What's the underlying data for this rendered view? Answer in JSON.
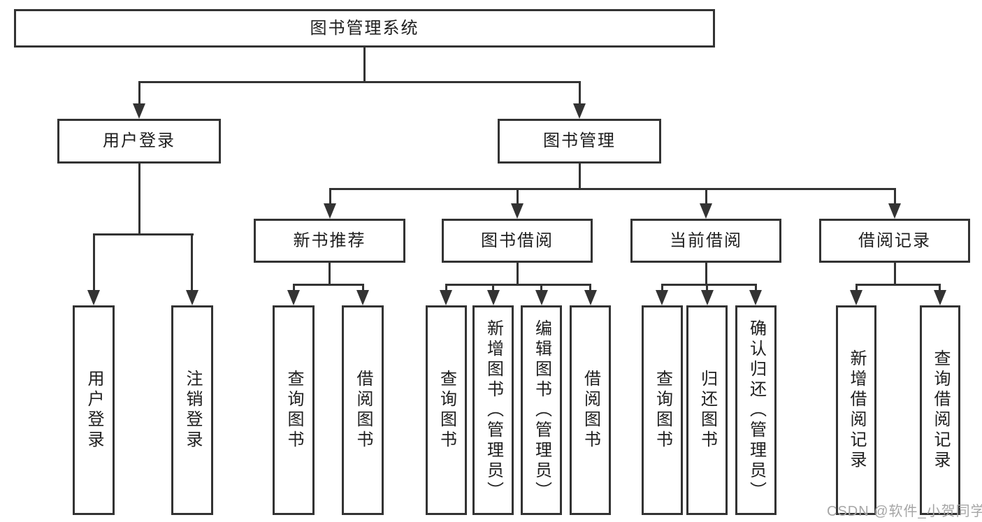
{
  "colors": {
    "line": "#333333",
    "box_background": "#ffffff",
    "text": "#1e1e1e",
    "watermark": "#a6a6a6"
  },
  "watermark": "CSDN @软件_小贺同学",
  "diagram": {
    "root": {
      "label": "图书管理系统"
    },
    "branches": [
      {
        "label": "用户登录",
        "children": [
          {
            "label": "用户登录"
          },
          {
            "label": "注销登录"
          }
        ]
      },
      {
        "label": "图书管理",
        "children": [
          {
            "label": "新书推荐",
            "children": [
              {
                "label": "查询图书"
              },
              {
                "label": "借阅图书"
              }
            ]
          },
          {
            "label": "图书借阅",
            "children": [
              {
                "label": "查询图书"
              },
              {
                "label": "新增图书（管理员）"
              },
              {
                "label": "编辑图书（管理员）"
              },
              {
                "label": "借阅图书"
              }
            ]
          },
          {
            "label": "当前借阅",
            "children": [
              {
                "label": "查询图书"
              },
              {
                "label": "归还图书"
              },
              {
                "label": "确认归还（管理员）"
              }
            ]
          },
          {
            "label": "借阅记录",
            "children": [
              {
                "label": "新增借阅记录"
              },
              {
                "label": "查询借阅记录"
              }
            ]
          }
        ]
      }
    ]
  }
}
